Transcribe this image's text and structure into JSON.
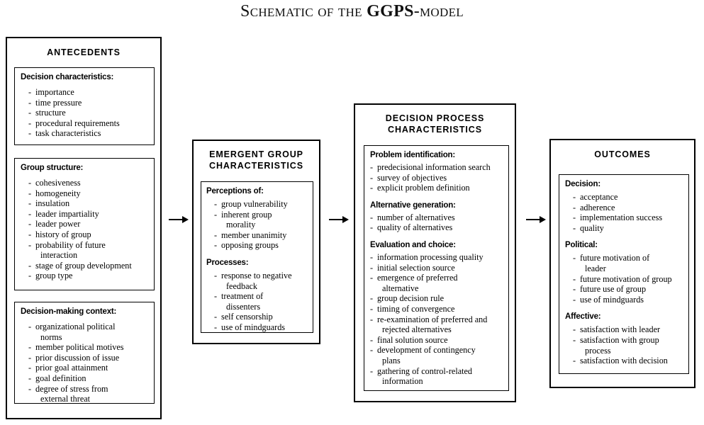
{
  "title": {
    "prefix": "Schematic of the ",
    "model": "GGPS",
    "suffix": "-model",
    "full": "Schematic of the GGPS-model"
  },
  "colors": {
    "border": "#000000",
    "background": "#ffffff",
    "text": "#000000"
  },
  "stages": [
    {
      "id": "antecedents",
      "title": "ANTECEDENTS",
      "groups": [
        {
          "heading": "Decision characteristics:",
          "items": [
            "importance",
            "time pressure",
            "structure",
            "procedural requirements",
            "task characteristics"
          ]
        },
        {
          "heading": "Group structure:",
          "items": [
            "cohesiveness",
            "homogeneity",
            "insulation",
            "leader impartiality",
            "leader power",
            "history of group",
            "probability of future\ninteraction",
            "stage of group development",
            "group type"
          ]
        },
        {
          "heading": "Decision-making context:",
          "items": [
            "organizational political\nnorms",
            "member political motives",
            "prior discussion of issue",
            "prior goal attainment",
            "goal definition",
            "degree of stress from\nexternal threat"
          ]
        }
      ]
    },
    {
      "id": "emergent-group-characteristics",
      "title": "EMERGENT GROUP\nCHARACTERISTICS",
      "title_line1": "EMERGENT GROUP",
      "title_line2": "CHARACTERISTICS",
      "groups": [
        {
          "heading": "Perceptions of:",
          "items": [
            "group vulnerability",
            "inherent group\nmorality",
            "member unanimity",
            "opposing groups"
          ]
        },
        {
          "heading": "Processes:",
          "items": [
            "response to negative\nfeedback",
            "treatment of\ndissenters",
            "self censorship",
            "use of mindguards"
          ]
        }
      ]
    },
    {
      "id": "decision-process-characteristics",
      "title": "DECISION PROCESS\nCHARACTERISTICS",
      "title_line1": "DECISION PROCESS",
      "title_line2": "CHARACTERISTICS",
      "groups": [
        {
          "heading": "Problem identification:",
          "items": [
            "predecisional information search",
            "survey of objectives",
            "explicit problem definition"
          ]
        },
        {
          "heading": "Alternative generation:",
          "items": [
            "number of alternatives",
            "quality of alternatives"
          ]
        },
        {
          "heading": "Evaluation and choice:",
          "items": [
            "information processing quality",
            "initial selection source",
            "emergence of preferred\nalternative",
            "group decision rule",
            "timing of convergence",
            "re-examination of preferred and\nrejected alternatives",
            "final solution source",
            "development of contingency\nplans",
            "gathering of control-related\ninformation"
          ]
        }
      ]
    },
    {
      "id": "outcomes",
      "title": "OUTCOMES",
      "groups": [
        {
          "heading": "Decision:",
          "items": [
            "acceptance",
            "adherence",
            "implementation success",
            "quality"
          ]
        },
        {
          "heading": "Political:",
          "items": [
            "future motivation of\nleader",
            "future motivation of group",
            "future use of group",
            "use of mindguards"
          ]
        },
        {
          "heading": "Affective:",
          "items": [
            "satisfaction with leader",
            "satisfaction with group\nprocess",
            "satisfaction with decision"
          ]
        }
      ]
    }
  ],
  "arrows": [
    {
      "id": "arrow-antecedents-to-emergent",
      "from": "antecedents",
      "to": "emergent-group-characteristics"
    },
    {
      "id": "arrow-emergent-to-process",
      "from": "emergent-group-characteristics",
      "to": "decision-process-characteristics"
    },
    {
      "id": "arrow-process-to-outcomes",
      "from": "decision-process-characteristics",
      "to": "outcomes"
    }
  ]
}
